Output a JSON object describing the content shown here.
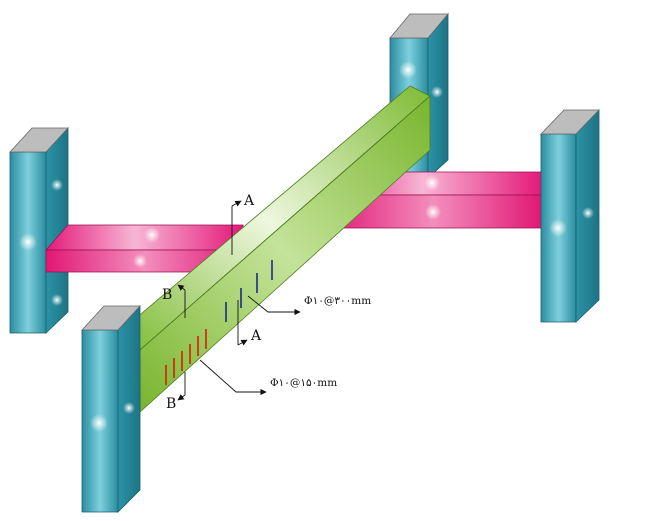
{
  "labels": {
    "section_a_top": "A",
    "section_a_bottom": "A",
    "section_b_top": "B",
    "section_b_bottom": "B",
    "stirrup_wide": "Φ۱۰@۳۰۰mm",
    "stirrup_dense": "Φ۱۰@۱۵۰mm"
  },
  "colors": {
    "column_front": "#3fa9bb",
    "column_side": "#2c8a9b",
    "column_top": "#b9b9b9",
    "cross_beam": "#e3197a",
    "main_beam": "#8cc63f",
    "stirrup_wide": "#1b2a8a",
    "stirrup_dense": "#d81e05"
  }
}
